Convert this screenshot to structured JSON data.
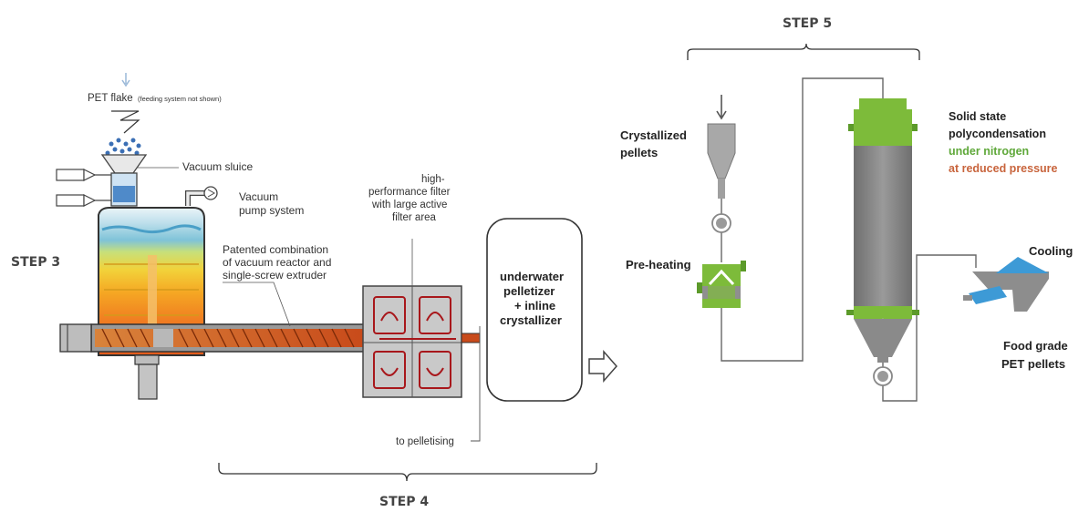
{
  "steps": {
    "step3": "STEP 3",
    "step4": "STEP 4",
    "step5": "STEP 5"
  },
  "reactor": {
    "feed_label": "PET flake",
    "feed_note": "(feeding system not shown)",
    "vacuum_sluice": "Vacuum sluice",
    "vacuum_pump_line1": "Vacuum",
    "vacuum_pump_line2": "pump system",
    "patent_line1": "Patented combination",
    "patent_line2": "of vacuum reactor and",
    "patent_line3": "single-screw extruder",
    "filter_line1": "high-",
    "filter_line2": "performance filter",
    "filter_line3": "with large active",
    "filter_line4": "filter area",
    "to_pelletising": "to pelletising"
  },
  "pelletizer": {
    "line1": "underwater",
    "line2": "pelletizer",
    "line3": "+ inline",
    "line4": "crystallizer"
  },
  "ssp": {
    "crystallized_line1": "Crystallized",
    "crystallized_line2": "pellets",
    "preheating": "Pre-heating",
    "solid_line1": "Solid state",
    "solid_line2": "polycondensation",
    "solid_line3": "under nitrogen",
    "solid_line4": "at reduced pressure",
    "cooling": "Cooling",
    "food_line1": "Food grade",
    "food_line2": "PET pellets"
  },
  "colors": {
    "green": "#7dbb3a",
    "vessel_gray": "#858585",
    "cooling_blue": "#3d9ad6",
    "melt_orange": "#e8782a",
    "nitrogen_green": "#5fa83a",
    "pressure_red": "#c8643c"
  }
}
